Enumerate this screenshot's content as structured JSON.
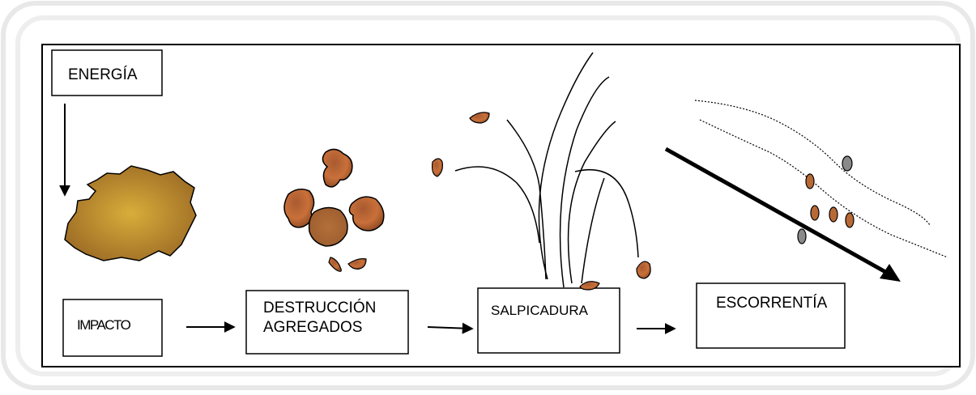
{
  "boxes": {
    "energy": "ENERGÍA",
    "impact": "IMPACTO",
    "destruction_line1": "DESTRUCCIÓN",
    "destruction_line2": "AGREGADOS",
    "splash": "SALPICADURA",
    "runoff": "ESCORRENTÍA"
  },
  "colors": {
    "frame_outer": "#e6e6e6",
    "soil_light": "#d6a536",
    "soil_dark": "#9a6b24",
    "fragment_light": "#c26a32",
    "fragment_dark": "#8c3e1e",
    "grey_particle": "#8a8a8a",
    "ink": "#000000"
  }
}
